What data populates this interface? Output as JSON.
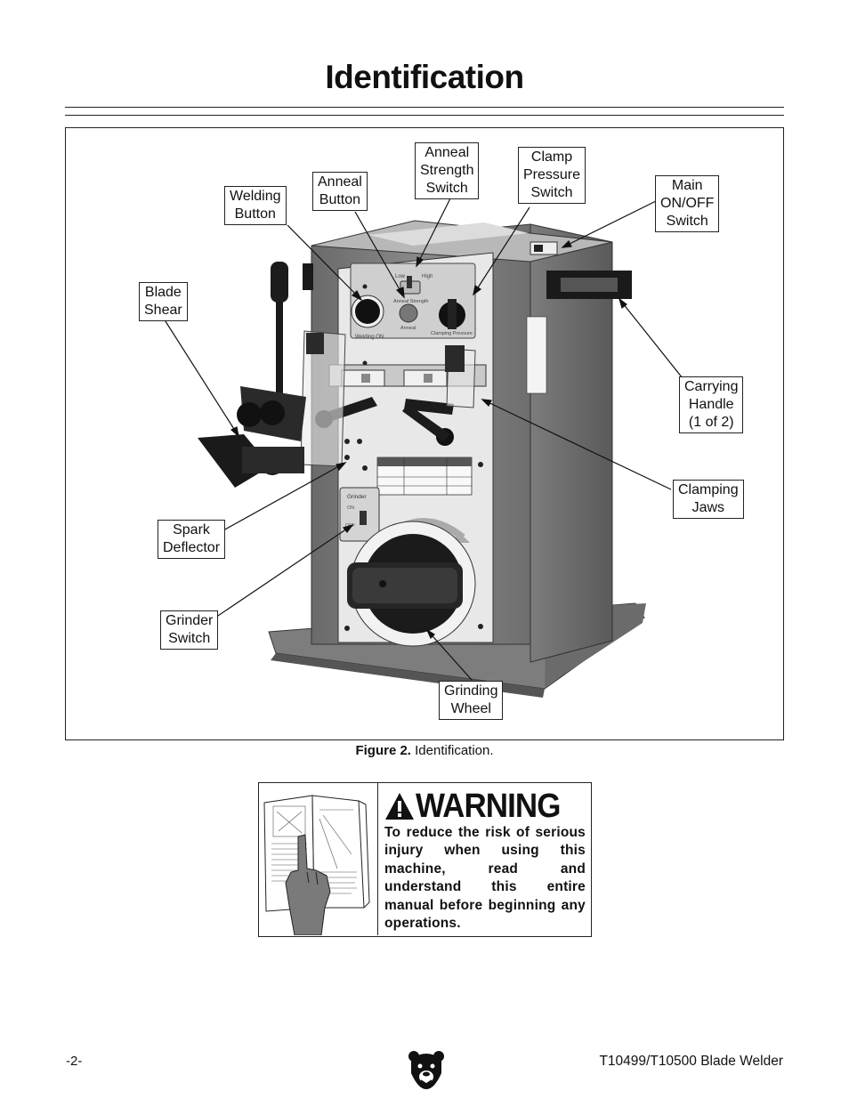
{
  "page": {
    "title": "Identification"
  },
  "figure": {
    "callouts": {
      "welding_button": [
        "Welding",
        "Button"
      ],
      "anneal_button": [
        "Anneal",
        "Button"
      ],
      "anneal_strength_switch": [
        "Anneal",
        "Strength",
        "Switch"
      ],
      "clamp_pressure_switch": [
        "Clamp",
        "Pressure",
        "Switch"
      ],
      "main_switch": [
        "Main",
        "ON/OFF",
        "Switch"
      ],
      "blade_shear": [
        "Blade",
        "Shear"
      ],
      "carrying_handle": [
        "Carrying",
        "Handle",
        "(1 of 2)"
      ],
      "clamping_jaws": [
        "Clamping",
        "Jaws"
      ],
      "spark_deflector": [
        "Spark",
        "Deflector"
      ],
      "grinder_switch": [
        "Grinder",
        "Switch"
      ],
      "grinding_wheel": [
        "Grinding",
        "Wheel"
      ]
    },
    "panel_labels": {
      "low": "Low",
      "high": "High",
      "anneal_strength": "Anneal Strength",
      "anneal": "Anneal",
      "welding_on": "Welding ON",
      "clamping_pressure": "Clamping Pressure",
      "grinder": "Grinder",
      "on": "ON",
      "off": "OFF"
    },
    "caption_label": "Figure 2.",
    "caption_text": "Identification."
  },
  "warning": {
    "title": "WARNING",
    "text": "To reduce the risk of serious injury when using this machine, read and understand this entire manual before beginning any operations."
  },
  "footer": {
    "page_number": "-2-",
    "model": "T10499/T10500 Blade Welder"
  }
}
